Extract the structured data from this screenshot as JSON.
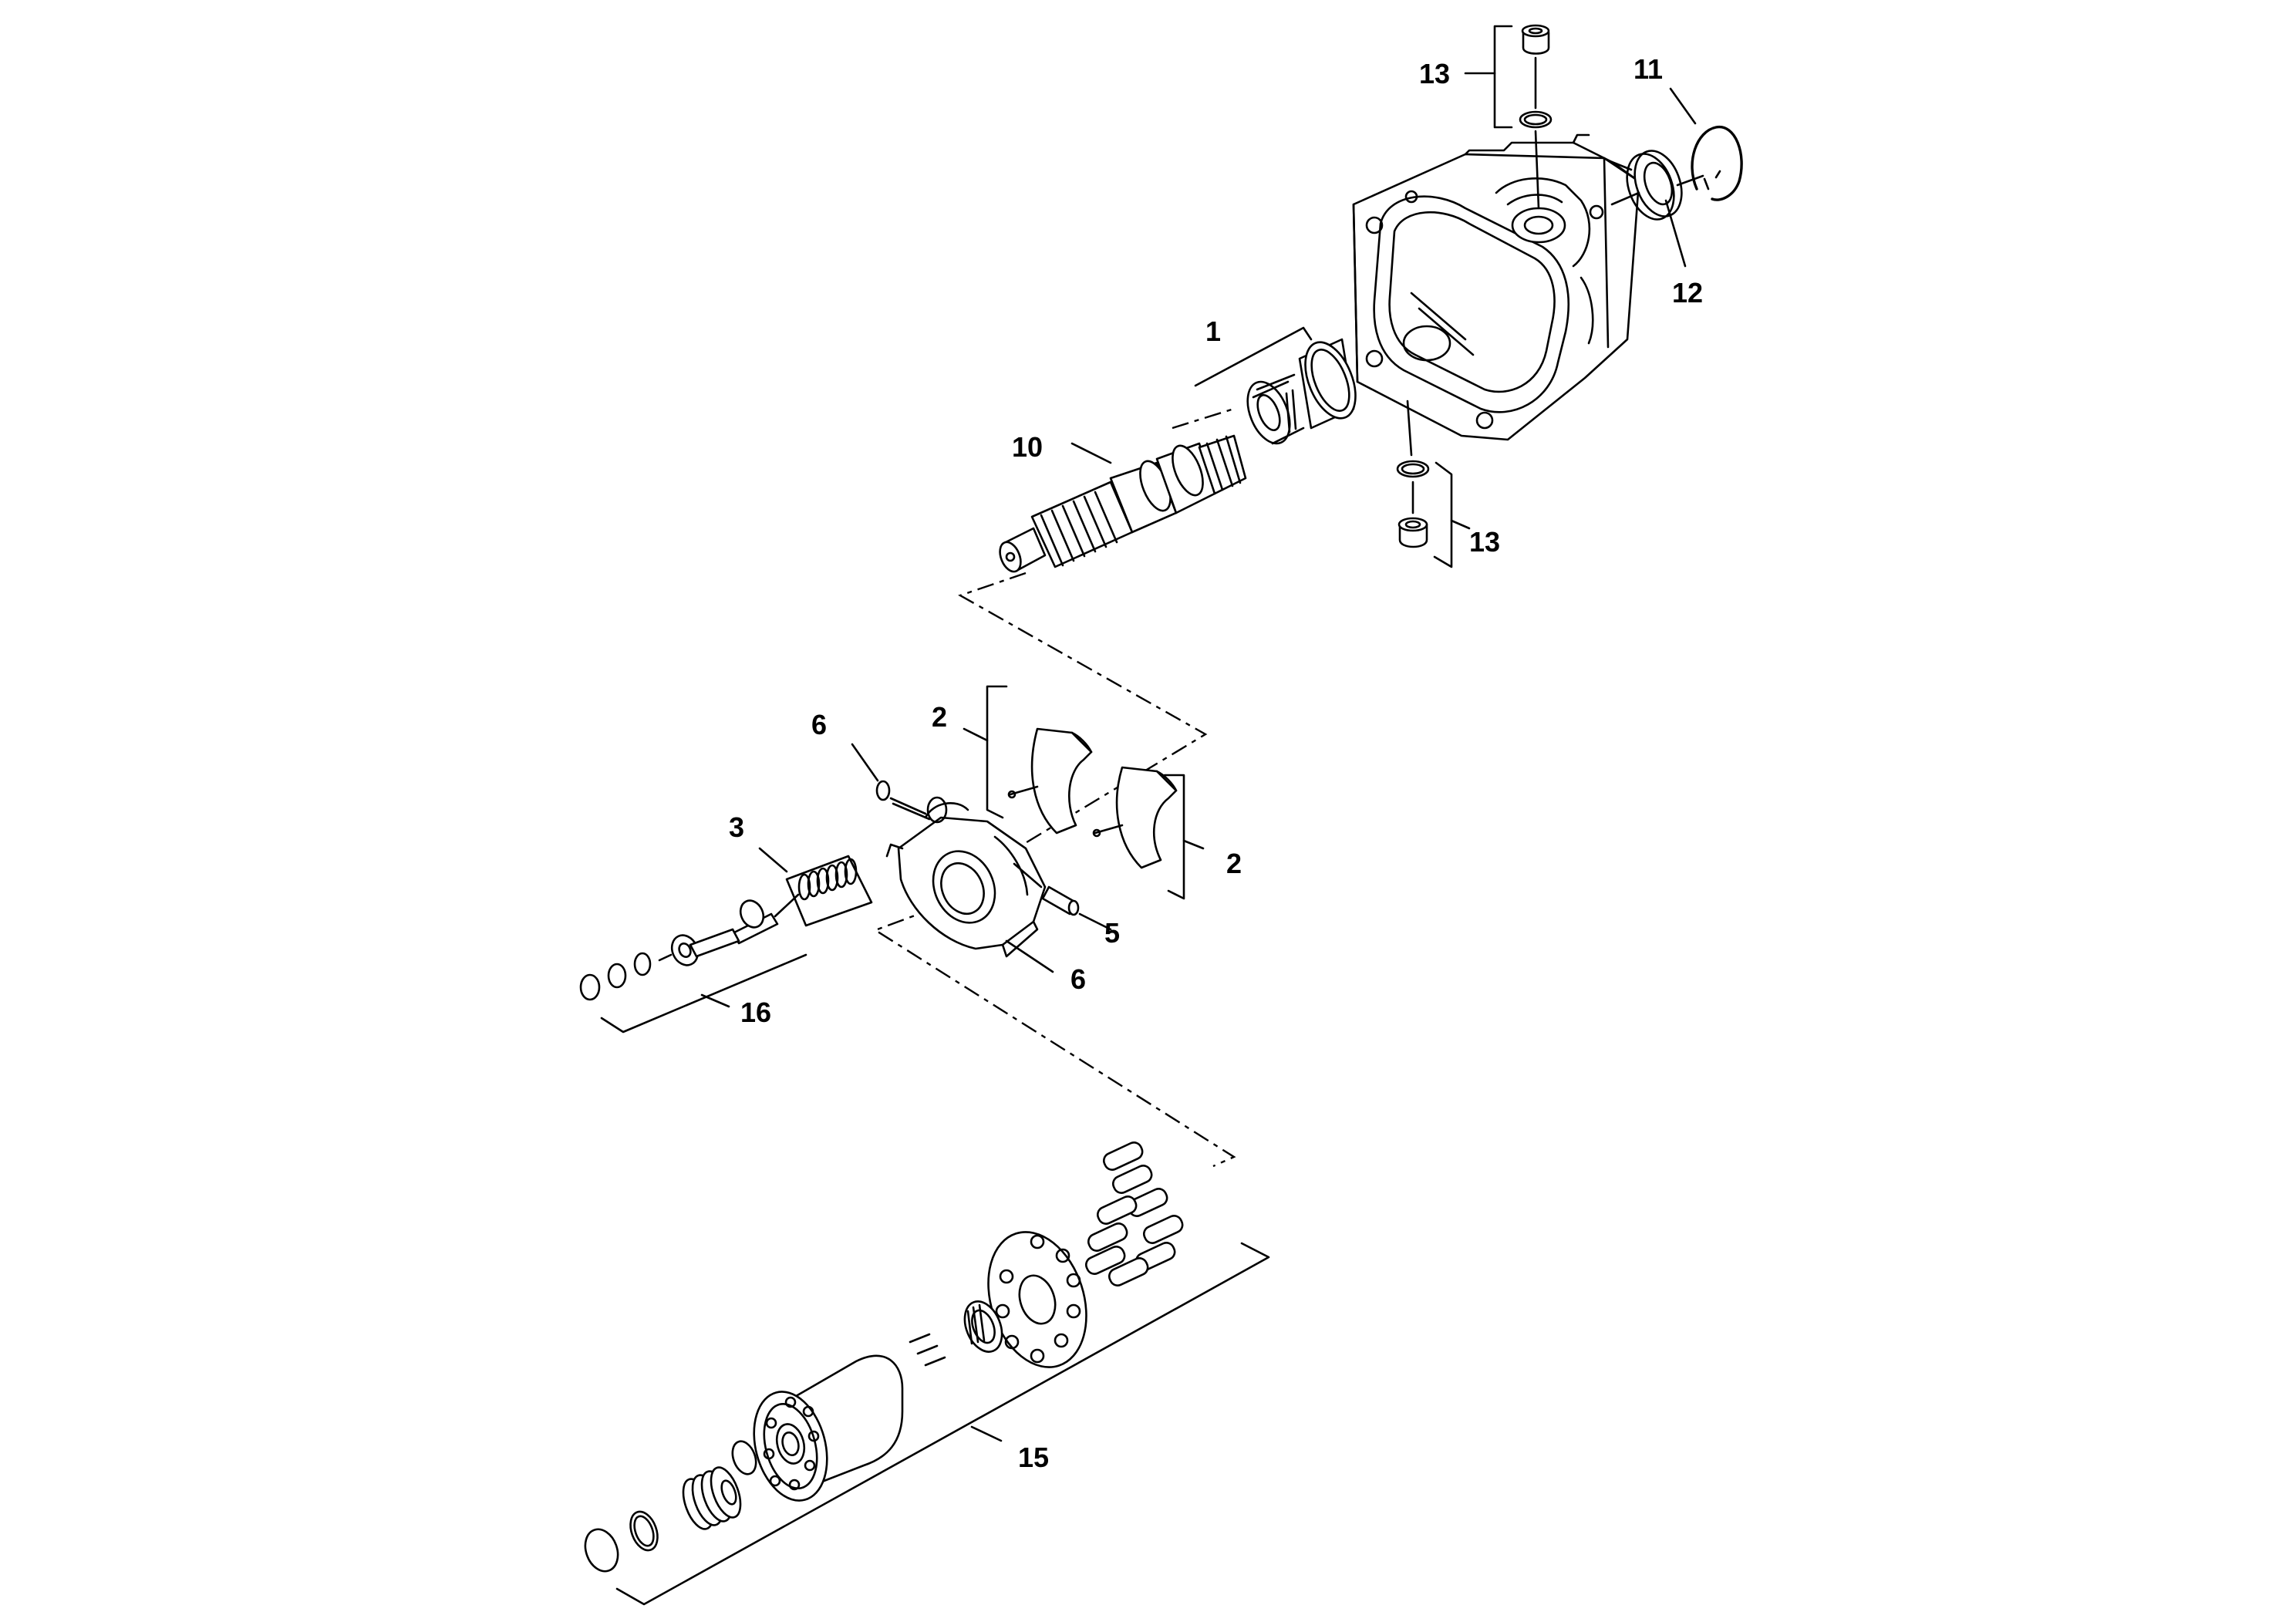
{
  "callouts": {
    "c1": "1",
    "c2a": "2",
    "c2b": "2",
    "c3": "3",
    "c5": "5",
    "c6a": "6",
    "c6b": "6",
    "c10": "10",
    "c11": "11",
    "c12": "12",
    "c13a": "13",
    "c13b": "13",
    "c15": "15",
    "c16": "16"
  }
}
